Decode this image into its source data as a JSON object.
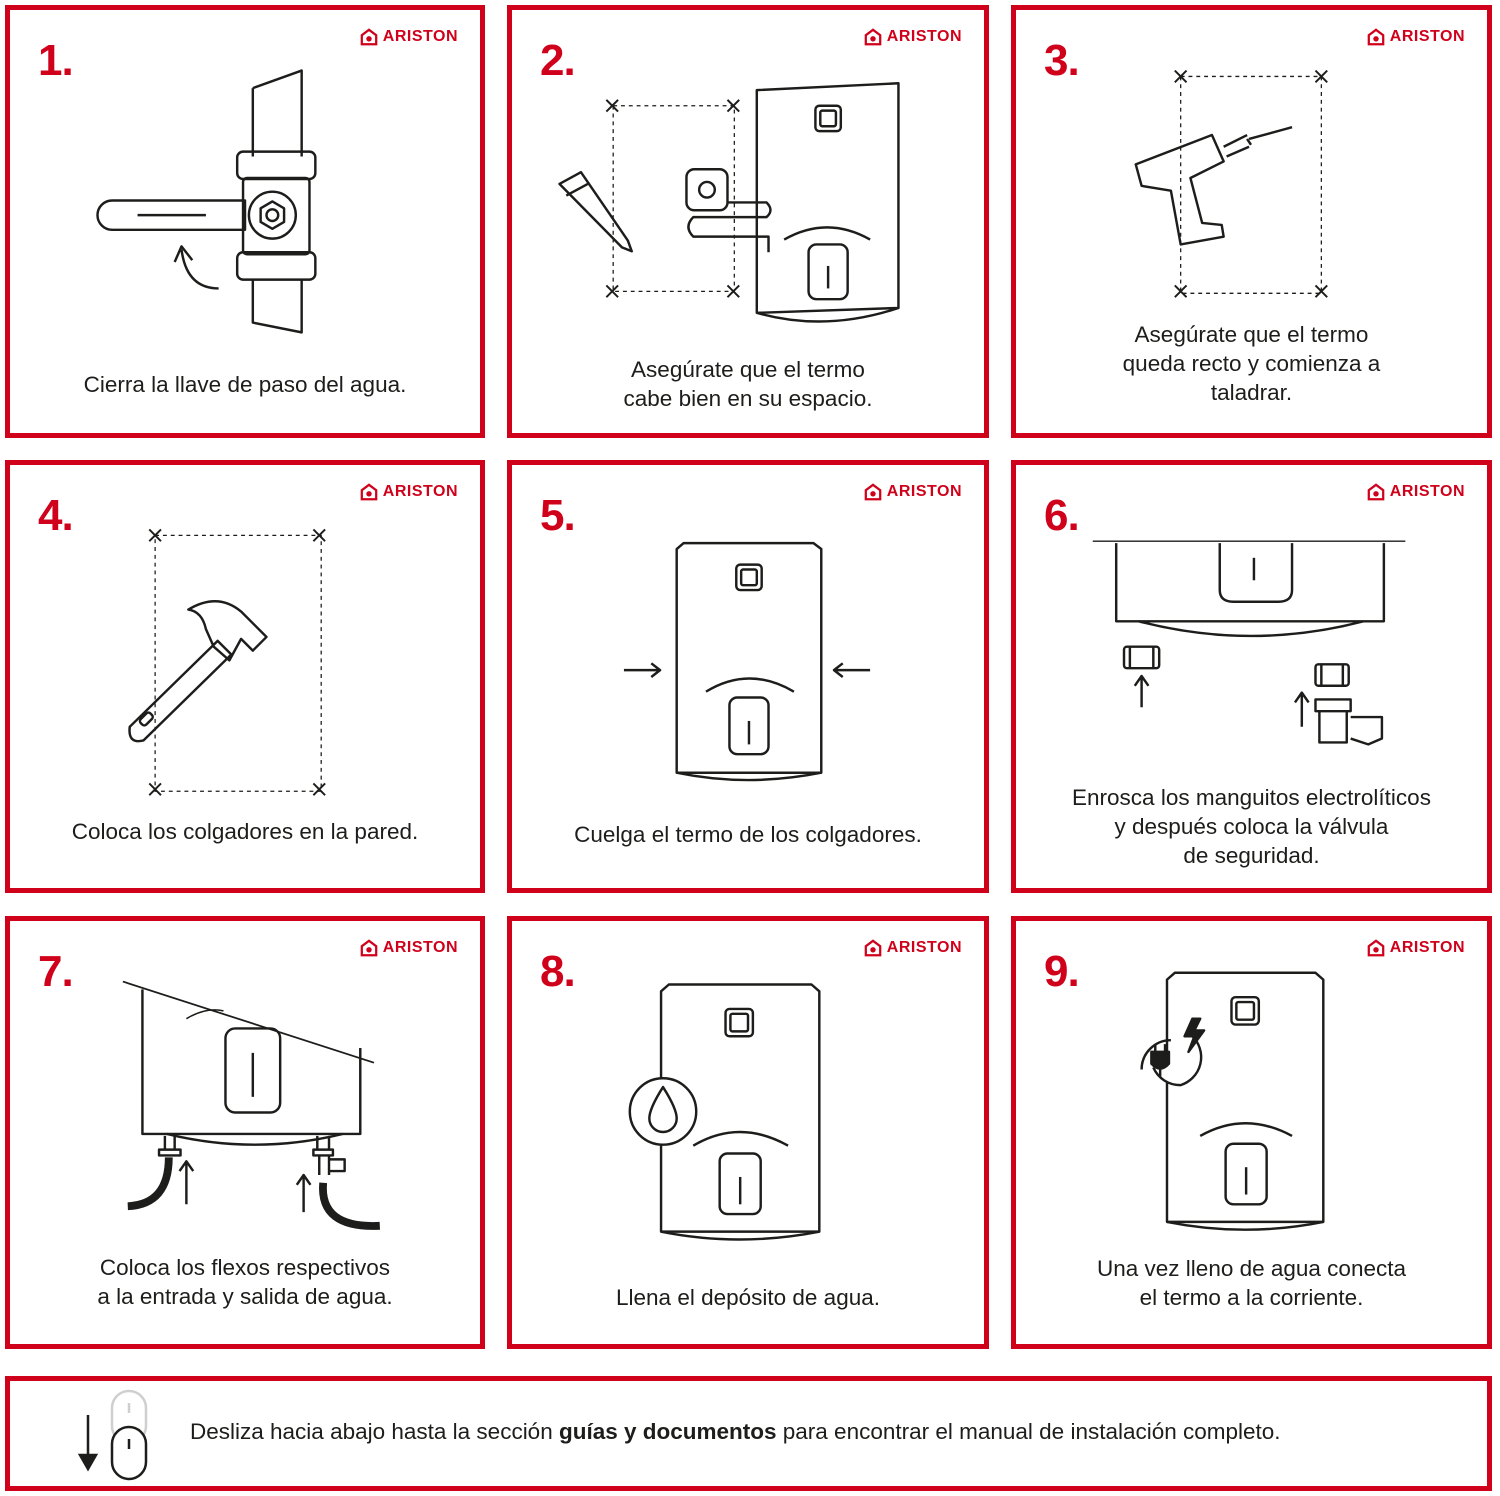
{
  "brand": {
    "name": "ARISTON",
    "color": "#d0021b"
  },
  "steps": [
    {
      "number": "1.",
      "caption": "Cierra la llave de paso del agua.",
      "icon": "valve-icon"
    },
    {
      "number": "2.",
      "caption": "Asegúrate que el termo\ncabe bien en su espacio.",
      "icon": "measure-icon"
    },
    {
      "number": "3.",
      "caption": "Asegúrate que el termo\nqueda recto y comienza a\ntaladrar.",
      "icon": "drill-icon"
    },
    {
      "number": "4.",
      "caption": "Coloca los colgadores en la pared.",
      "icon": "hammer-icon"
    },
    {
      "number": "5.",
      "caption": "Cuelga el termo de los colgadores.",
      "icon": "heater-icon"
    },
    {
      "number": "6.",
      "caption": "Enrosca los manguitos electrolíticos\ny después coloca la válvula\nde seguridad.",
      "icon": "fittings-icon"
    },
    {
      "number": "7.",
      "caption": "Coloca los flexos respectivos\na la entrada y salida de agua.",
      "icon": "hoses-icon"
    },
    {
      "number": "8.",
      "caption": "Llena el depósito de agua.",
      "icon": "water-drop-icon"
    },
    {
      "number": "9.",
      "caption": "Una vez lleno de agua conecta\nel termo a la corriente.",
      "icon": "power-plug-icon"
    }
  ],
  "footer": {
    "text_before": "Desliza hacia abajo hasta la sección ",
    "text_bold": "guías y documentos",
    "text_after": " para encontrar el manual de instalación completo.",
    "icon": "scroll-mouse-icon"
  }
}
